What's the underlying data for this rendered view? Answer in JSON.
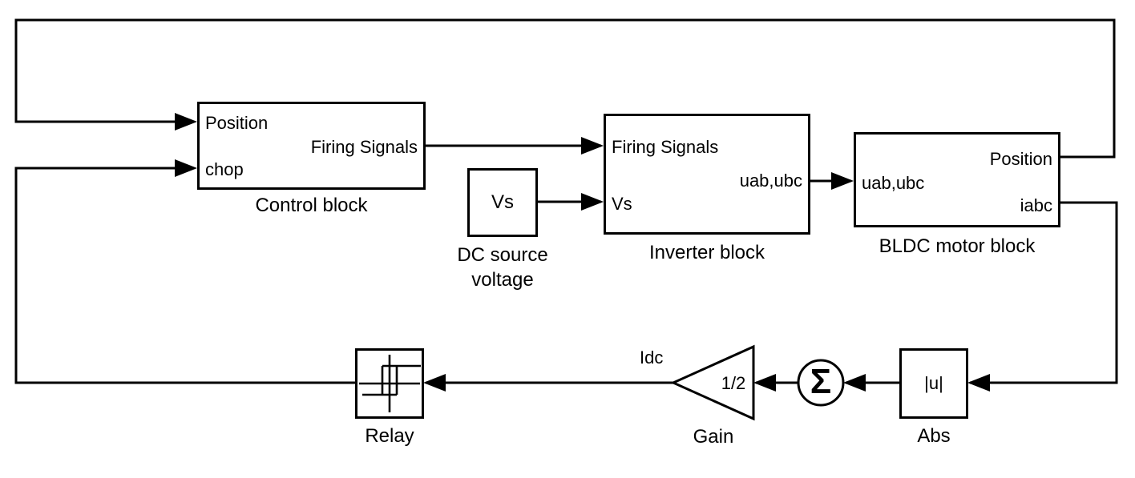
{
  "diagram": {
    "control_block": {
      "name": "Control block",
      "port_position": "Position",
      "port_chop": "chop",
      "port_firing": "Firing Signals"
    },
    "dc_source": {
      "name": "DC source\nvoltage",
      "text": "Vs"
    },
    "inverter_block": {
      "name": "Inverter block",
      "port_firing": "Firing Signals",
      "port_vs": "Vs",
      "port_uab": "uab,ubc"
    },
    "bldc_block": {
      "name": "BLDC motor block",
      "port_uab": "uab,ubc",
      "port_position": "Position",
      "port_iabc": "iabc"
    },
    "relay_block": {
      "name": "Relay"
    },
    "gain_block": {
      "name": "Gain",
      "value": "1/2"
    },
    "sum_block": {
      "symbol": "Σ"
    },
    "abs_block": {
      "name": "Abs",
      "text": "|u|"
    },
    "signal_labels": {
      "idc": "Idc"
    },
    "colors": {
      "line": "#000000",
      "background": "#ffffff"
    }
  }
}
